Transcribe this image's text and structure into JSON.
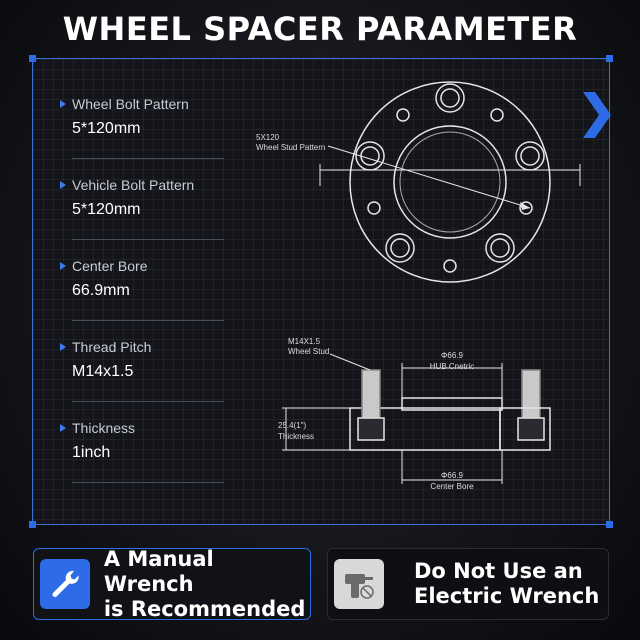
{
  "title": "WHEEL SPACER PARAMETER",
  "specs": [
    {
      "label": "Wheel Bolt Pattern",
      "value": "5*120mm"
    },
    {
      "label": "Vehicle Bolt Pattern",
      "value": "5*120mm"
    },
    {
      "label": "Center Bore",
      "value": "66.9mm"
    },
    {
      "label": "Thread Pitch",
      "value": "M14x1.5"
    },
    {
      "label": "Thickness",
      "value": "1inch"
    }
  ],
  "diagram": {
    "stud_pattern_line1": "5X120",
    "stud_pattern_line2": "Wheel Stud Pattern",
    "stud_label_line1": "M14X1.5",
    "stud_label_line2": "Wheel Stud",
    "hub_dim": "Φ66.9",
    "hub_label": "HUB Cnetric",
    "thickness_dim": "25.4(1\")",
    "thickness_label": "Thickness",
    "bore_dim": "Φ66.9",
    "bore_label": "Center Bore"
  },
  "banners": {
    "manual_line1": "A Manual Wrench",
    "manual_line2": "is Recommended",
    "electric_line1": "Do Not Use an",
    "electric_line2": "Electric Wrench"
  },
  "colors": {
    "accent": "#2e6be6",
    "panel_border": "#3a6fd8"
  },
  "icons": {
    "manual": "wrench-icon",
    "electric": "no-power-drill-icon",
    "next": "chevron-right-icon"
  }
}
